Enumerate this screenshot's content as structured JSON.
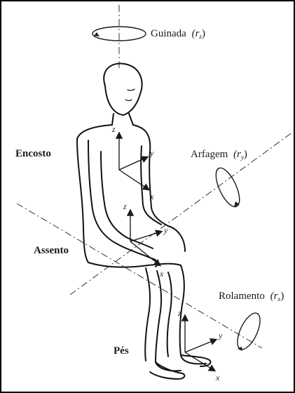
{
  "labels": {
    "yaw": "Guinada",
    "yaw_symbol": "(r",
    "yaw_sub": "z",
    "pitch": "Arfagem",
    "pitch_symbol": "(r",
    "pitch_sub": "y",
    "roll": "Rolamento",
    "roll_symbol": "(r",
    "roll_sub": "x",
    "close_paren": ")",
    "backrest": "Encosto",
    "seat": "Assento",
    "feet": "Pés"
  },
  "axes": {
    "x": "x",
    "y": "y",
    "z": "z"
  }
}
